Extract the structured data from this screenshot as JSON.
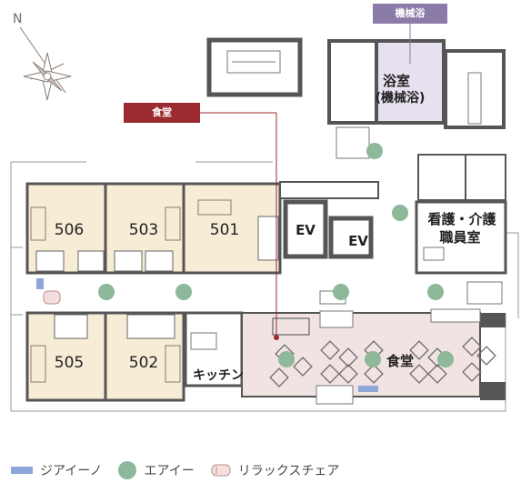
{
  "compass": {
    "label": "N"
  },
  "callouts": {
    "machine_bath": "機械浴",
    "dining": "食堂"
  },
  "rooms": {
    "r506": "506",
    "r503": "503",
    "r501": "501",
    "r505": "505",
    "r502": "502",
    "ev1": "EV",
    "ev2": "EV",
    "bath_line1": "浴室",
    "bath_line2": "(機械浴)",
    "staff_line1": "看護・介護",
    "staff_line2": "職員室",
    "kitchen": "キッチン",
    "dining": "食堂"
  },
  "legend": {
    "jiaino": "ジアイーノ",
    "air": "エアイー",
    "relax_chair": "リラックスチェア"
  },
  "colors": {
    "room_fill": "#f7ecd6",
    "dining_fill": "#f2e3e3",
    "bath_fill": "#e7e0ee",
    "wall": "#555555",
    "green_dot": "#8db89a",
    "dining_callout": "#9b2b31",
    "bath_callout": "#8a7ba8"
  }
}
